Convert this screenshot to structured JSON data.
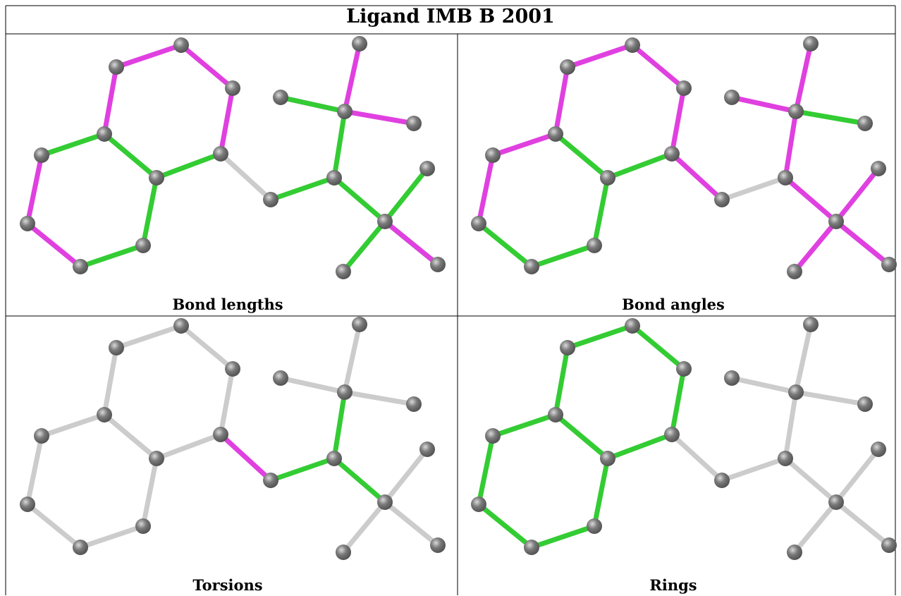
{
  "title": "Ligand IMB B 2001",
  "colors": {
    "green": "#33cc33",
    "magenta": "#e040e0",
    "gray_bond": "#cccccc",
    "atom": "#7a7a7a",
    "border": "#000000"
  },
  "panels": [
    {
      "label": "Bond lengths",
      "bonds": [
        "magenta",
        "magenta",
        "magenta",
        "magenta",
        "green",
        "green",
        "magenta",
        "magenta",
        "green",
        "green",
        "green",
        "green",
        "gray",
        "green",
        "green",
        "green",
        "magenta",
        "magenta",
        "magenta",
        "green",
        "green",
        "green",
        "green",
        "magenta"
      ]
    },
    {
      "label": "Bond angles",
      "bonds": [
        "magenta",
        "magenta",
        "magenta",
        "magenta",
        "magenta",
        "green",
        "magenta",
        "green",
        "green",
        "green",
        "green",
        "green",
        "magenta",
        "gray",
        "magenta",
        "magenta",
        "magenta",
        "green",
        "magenta",
        "magenta",
        "magenta",
        "magenta",
        "magenta",
        "magenta"
      ]
    },
    {
      "label": "Torsions",
      "bonds": [
        "gray",
        "gray",
        "gray",
        "gray",
        "gray",
        "gray",
        "gray",
        "gray",
        "gray",
        "gray",
        "gray",
        "gray",
        "magenta",
        "green",
        "green",
        "green",
        "gray",
        "gray",
        "gray",
        "gray",
        "gray",
        "gray",
        "gray",
        "gray"
      ]
    },
    {
      "label": "Rings",
      "bonds": [
        "green",
        "green",
        "green",
        "green",
        "green",
        "green",
        "green",
        "green",
        "green",
        "green",
        "green",
        "green",
        "gray",
        "gray",
        "gray",
        "gray",
        "gray",
        "gray",
        "gray",
        "gray",
        "gray",
        "gray",
        "gray",
        "gray"
      ]
    }
  ]
}
